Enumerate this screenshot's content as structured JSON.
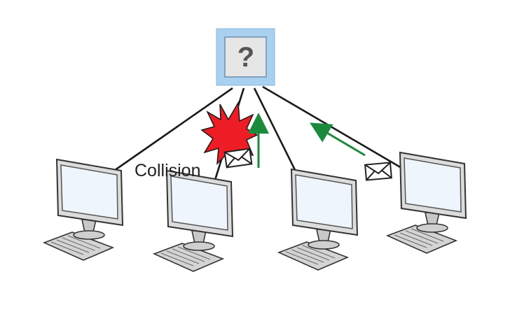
{
  "hub": {
    "label": "?",
    "fill_color": "#e6e6e6",
    "border_color": "#a9d1ef"
  },
  "collision": {
    "label": "Collision",
    "burst_color": "#ee1c24"
  },
  "arrows": {
    "color": "#1b8a3c"
  },
  "computers": [
    {
      "name": "computer-1",
      "icon": "desktop-computer-icon"
    },
    {
      "name": "computer-2",
      "icon": "desktop-computer-icon"
    },
    {
      "name": "computer-3",
      "icon": "desktop-computer-icon"
    },
    {
      "name": "computer-4",
      "icon": "desktop-computer-icon"
    }
  ],
  "envelopes": [
    {
      "name": "envelope-collision",
      "icon": "envelope-icon"
    },
    {
      "name": "envelope-moving",
      "icon": "envelope-icon"
    }
  ]
}
